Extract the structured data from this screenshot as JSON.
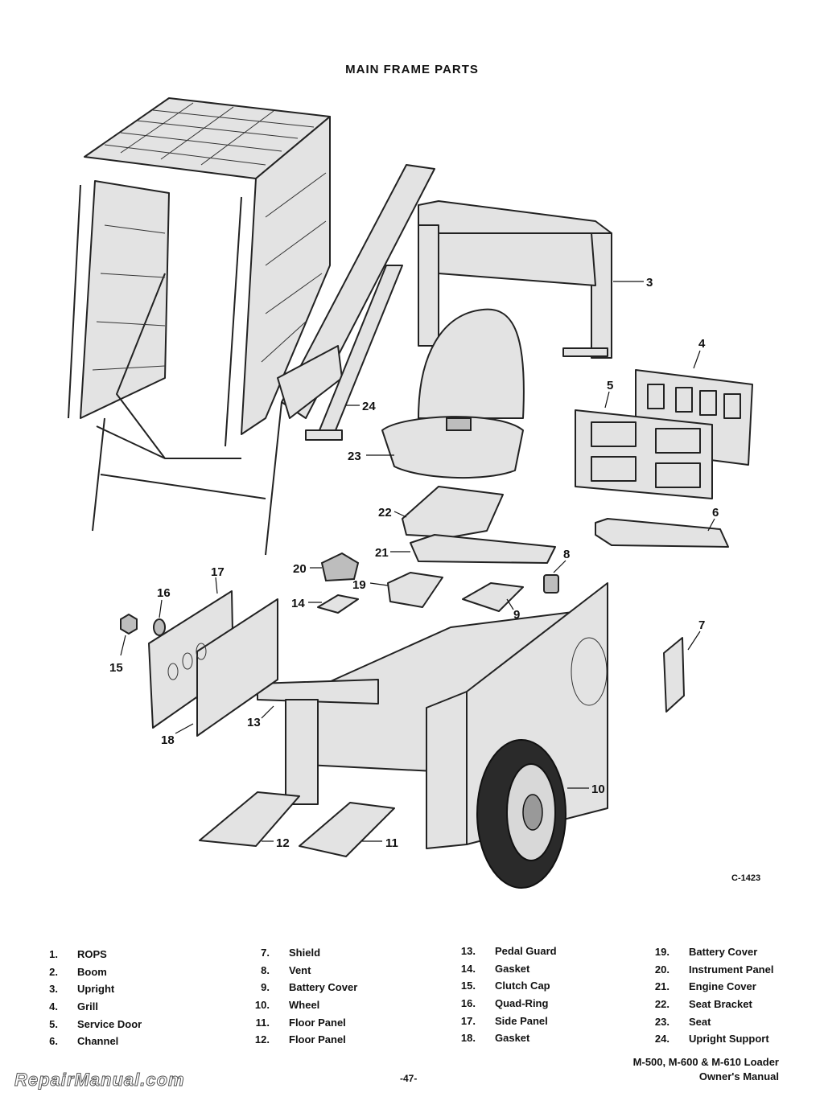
{
  "title": "MAIN FRAME PARTS",
  "figure_code": "C-1423",
  "callouts": [
    {
      "label": "3"
    },
    {
      "label": "4"
    },
    {
      "label": "5"
    },
    {
      "label": "6"
    },
    {
      "label": "7"
    },
    {
      "label": "8"
    },
    {
      "label": "9"
    },
    {
      "label": "10"
    },
    {
      "label": "11"
    },
    {
      "label": "12"
    },
    {
      "label": "13"
    },
    {
      "label": "14"
    },
    {
      "label": "15"
    },
    {
      "label": "16"
    },
    {
      "label": "17"
    },
    {
      "label": "18"
    },
    {
      "label": "19"
    },
    {
      "label": "20"
    },
    {
      "label": "21"
    },
    {
      "label": "22"
    },
    {
      "label": "23"
    },
    {
      "label": "24"
    }
  ],
  "parts": [
    {
      "num": "1.",
      "name": "ROPS"
    },
    {
      "num": "2.",
      "name": "Boom"
    },
    {
      "num": "3.",
      "name": "Upright"
    },
    {
      "num": "4.",
      "name": "Grill"
    },
    {
      "num": "5.",
      "name": "Service Door"
    },
    {
      "num": "6.",
      "name": "Channel"
    },
    {
      "num": "7.",
      "name": "Shield"
    },
    {
      "num": "8.",
      "name": "Vent"
    },
    {
      "num": "9.",
      "name": "Battery Cover"
    },
    {
      "num": "10.",
      "name": "Wheel"
    },
    {
      "num": "11.",
      "name": "Floor Panel"
    },
    {
      "num": "12.",
      "name": "Floor Panel"
    },
    {
      "num": "13.",
      "name": "Pedal Guard"
    },
    {
      "num": "14.",
      "name": "Gasket"
    },
    {
      "num": "15.",
      "name": "Clutch Cap"
    },
    {
      "num": "16.",
      "name": "Quad-Ring"
    },
    {
      "num": "17.",
      "name": "Side Panel"
    },
    {
      "num": "18.",
      "name": "Gasket"
    },
    {
      "num": "19.",
      "name": "Battery Cover"
    },
    {
      "num": "20.",
      "name": "Instrument Panel"
    },
    {
      "num": "21.",
      "name": "Engine Cover"
    },
    {
      "num": "22.",
      "name": "Seat Bracket"
    },
    {
      "num": "23.",
      "name": "Seat"
    },
    {
      "num": "24.",
      "name": "Upright Support"
    }
  ],
  "footer": {
    "model_line1": "M-500, M-600 & M-610 Loader",
    "model_line2": "Owner's Manual",
    "page_number": "-47-"
  },
  "watermark": "RepairManual.com"
}
